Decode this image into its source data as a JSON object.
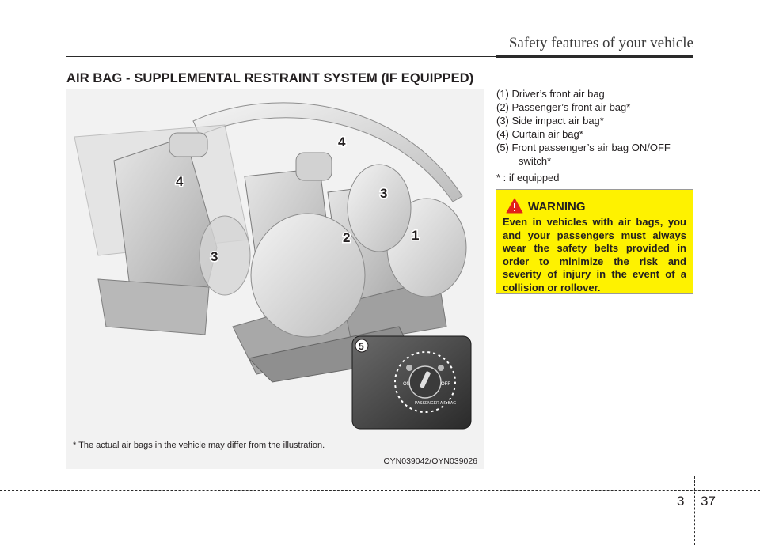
{
  "header": {
    "running_title": "Safety features of your vehicle"
  },
  "section": {
    "title": "AIR BAG - SUPPLEMENTAL RESTRAINT SYSTEM (IF EQUIPPED)"
  },
  "figure": {
    "note": "* The actual air bags in the vehicle may differ from the illustration.",
    "code": "OYN039042/OYN039026",
    "callouts": [
      "4",
      "4",
      "3",
      "3",
      "2",
      "1",
      "5"
    ],
    "switch_labels": [
      "ON",
      "OFF",
      "PASSENGER AIR BAG"
    ]
  },
  "legend": {
    "items": [
      "(1) Driver’s front air bag",
      "(2) Passenger’s front air bag*",
      "(3) Side impact air bag*",
      "(4) Curtain air bag*",
      "(5) Front passenger’s air bag ON/OFF",
      "switch*",
      "* : if equipped"
    ]
  },
  "warning": {
    "title": "WARNING",
    "text": "Even in vehicles with air bags, you and your passengers must always wear the safety belts provided in order to minimize the risk and severity of injury in the event of a collision or rollover.",
    "background": "#fef200",
    "icon": "warning-triangle-icon"
  },
  "footer": {
    "chapter": "3",
    "page": "37"
  }
}
